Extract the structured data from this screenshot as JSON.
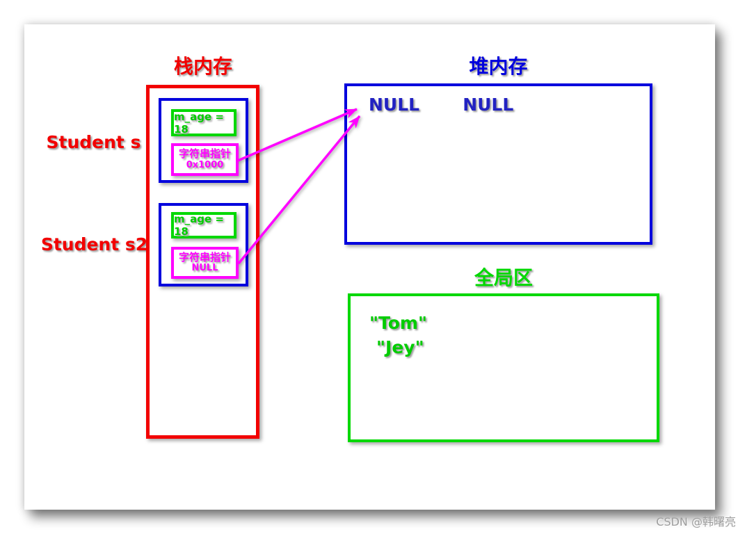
{
  "canvas": {
    "watermark": "CSDN @韩曙亮"
  },
  "colors": {
    "red": "#f20000",
    "blue": "#0000dd",
    "green": "#00d800",
    "magenta": "#ff00ff",
    "null_text_blue": "#2222c2",
    "watermark_gray": "#9d9d9d"
  },
  "stack_region": {
    "title": "栈内存",
    "objects": [
      {
        "label": "Student s",
        "member_age": "m_age = 18",
        "pointer_title": "字符串指针",
        "pointer_value": "0x1000"
      },
      {
        "label": "Student s2",
        "member_age": "m_age = 18",
        "pointer_title": "字符串指针",
        "pointer_value": "NULL"
      }
    ]
  },
  "heap_region": {
    "title": "堆内存",
    "values": [
      "NULL",
      "NULL"
    ]
  },
  "global_region": {
    "title": "全局区",
    "strings": [
      "\"Tom\"",
      "\"Jey\""
    ]
  }
}
